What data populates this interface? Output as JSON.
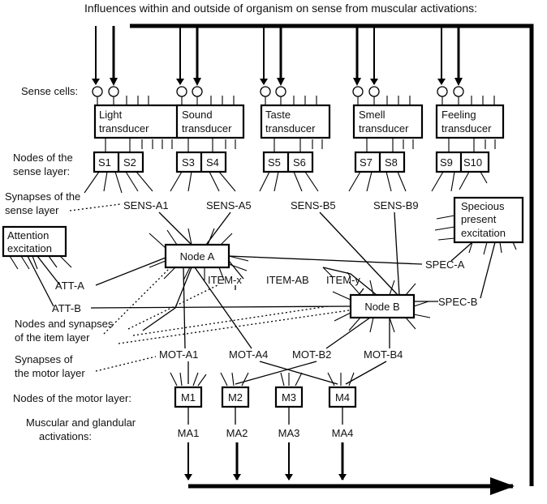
{
  "title": "Influences within and outside of organism on sense from muscular activations:",
  "left_labels": {
    "sense_cells": "Sense cells:",
    "nodes_sense_1": "Nodes of the",
    "nodes_sense_2": "sense layer:",
    "syn_sense_1": "Synapses of the",
    "syn_sense_2": "sense layer",
    "item_1": "Nodes and synapses",
    "item_2": "of the item layer",
    "syn_motor_1": "Synapses of",
    "syn_motor_2": "the motor layer",
    "nodes_motor": "Nodes of the motor layer:",
    "muscular_1": "Muscular and glandular",
    "muscular_2": "activations:"
  },
  "transducers": [
    {
      "line1": "Light",
      "line2": "transducer"
    },
    {
      "line1": "Sound",
      "line2": "transducer"
    },
    {
      "line1": "Taste",
      "line2": "transducer"
    },
    {
      "line1": "Smell",
      "line2": "transducer"
    },
    {
      "line1": "Feeling",
      "line2": "transducer"
    }
  ],
  "sense_nodes": [
    "S1",
    "S2",
    "S3",
    "S4",
    "S5",
    "S6",
    "S7",
    "S8",
    "S9",
    "S10"
  ],
  "sense_synapses": [
    "SENS-A1",
    "SENS-A5",
    "SENS-B5",
    "SENS-B9"
  ],
  "attention_box": {
    "line1": "Attention",
    "line2": "excitation"
  },
  "specious_box": {
    "line1": "Specious",
    "line2": "present",
    "line3": "excitation"
  },
  "node_a": "Node A",
  "node_b": "Node B",
  "att_synapses": [
    "ATT-A",
    "ATT-B"
  ],
  "spec_synapses": [
    "SPEC-A",
    "SPEC-B"
  ],
  "item_synapses": [
    "ITEM-x",
    "ITEM-AB",
    "ITEM-y"
  ],
  "motor_synapses": [
    "MOT-A1",
    "MOT-A4",
    "MOT-B2",
    "MOT-B4"
  ],
  "motor_nodes": [
    "M1",
    "M2",
    "M3",
    "M4"
  ],
  "activations": [
    "MA1",
    "MA2",
    "MA3",
    "MA4"
  ]
}
